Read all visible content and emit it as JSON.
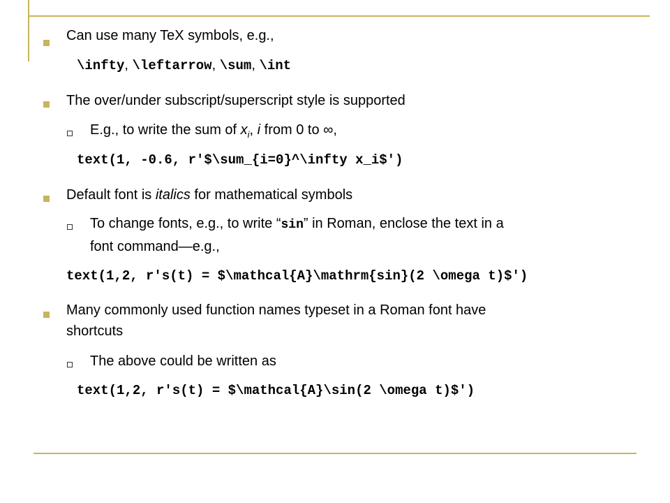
{
  "colors": {
    "accent": "#c8b45a"
  },
  "slide": {
    "b1_text": "Can use many TeX symbols, e.g.,",
    "b1_sym": [
      "\\infty",
      "\\leftarrow",
      "\\sum",
      "\\int"
    ],
    "b1_sep": ", ",
    "b2_text": "The over/under subscript/superscript style is supported",
    "b2_sub_pre": "E.g., to write the sum of ",
    "b2_sub_x": "x",
    "b2_sub_i": "i",
    "b2_sub_comma": ", ",
    "b2_sub_iv": "i",
    "b2_sub_post": " from 0 to ∞,",
    "b2_code": "text(1, -0.6, r'$\\sum_{i=0}^\\infty x_i$')",
    "b3_pre": "Default font is ",
    "b3_em": "italics",
    "b3_post": " for mathematical symbols",
    "b3_sub_pre": "To change fonts, e.g., to write “",
    "b3_sub_code": "sin",
    "b3_sub_post": "” in Roman, enclose the text in a",
    "b3_sub_line2": "font command—e.g.,",
    "b3_code": "text(1,2, r's(t) = $\\mathcal{A}\\mathrm{sin}(2 \\omega t)$')",
    "b4_line1": "Many commonly used function names typeset in a Roman font have",
    "b4_line2": "shortcuts",
    "b4_sub": "The above could be written as",
    "b4_code": "text(1,2, r's(t) = $\\mathcal{A}\\sin(2 \\omega t)$')"
  }
}
